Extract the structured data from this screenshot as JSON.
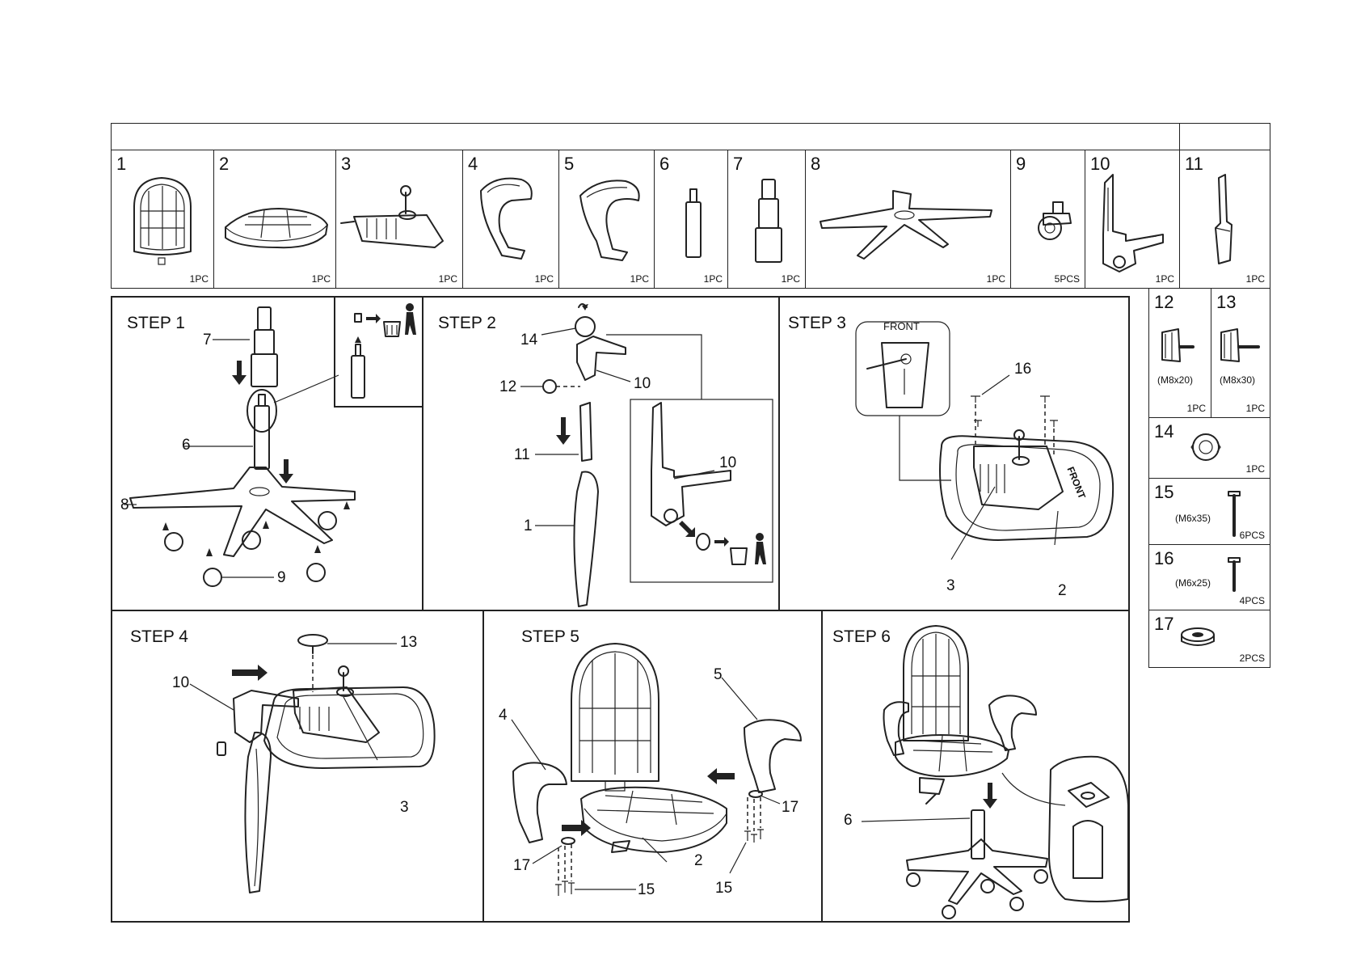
{
  "parts": [
    {
      "num": "1",
      "qty": "1PC"
    },
    {
      "num": "2",
      "qty": "1PC"
    },
    {
      "num": "3",
      "qty": "1PC"
    },
    {
      "num": "4",
      "qty": "1PC"
    },
    {
      "num": "5",
      "qty": "1PC"
    },
    {
      "num": "6",
      "qty": "1PC"
    },
    {
      "num": "7",
      "qty": "1PC"
    },
    {
      "num": "8",
      "qty": "1PC"
    },
    {
      "num": "9",
      "qty": "5PCS"
    },
    {
      "num": "10",
      "qty": "1PC"
    },
    {
      "num": "11",
      "qty": "1PC"
    }
  ],
  "hardware": [
    {
      "num": "12",
      "spec": "(M8x20)",
      "qty": "1PC"
    },
    {
      "num": "13",
      "spec": "(M8x30)",
      "qty": "1PC"
    },
    {
      "num": "14",
      "qty": "1PC"
    },
    {
      "num": "15",
      "spec": "(M6x35)",
      "qty": "6PCS"
    },
    {
      "num": "16",
      "spec": "(M6x25)",
      "qty": "4PCS"
    },
    {
      "num": "17",
      "qty": "2PCS"
    }
  ],
  "steps": {
    "step1": {
      "title": "STEP 1",
      "labels": [
        "7",
        "6",
        "8",
        "9"
      ]
    },
    "step2": {
      "title": "STEP 2",
      "labels": [
        "14",
        "12",
        "10",
        "11",
        "1",
        "10"
      ]
    },
    "step3": {
      "title": "STEP 3",
      "front_top": "FRONT",
      "front_seat": "FRONT",
      "labels": [
        "16",
        "3",
        "2"
      ]
    },
    "step4": {
      "title": "STEP 4",
      "labels": [
        "13",
        "10",
        "3"
      ]
    },
    "step5": {
      "title": "STEP 5",
      "labels": [
        "5",
        "4",
        "17",
        "17",
        "2",
        "15",
        "15"
      ]
    },
    "step6": {
      "title": "STEP 6",
      "labels": [
        "6"
      ]
    }
  }
}
